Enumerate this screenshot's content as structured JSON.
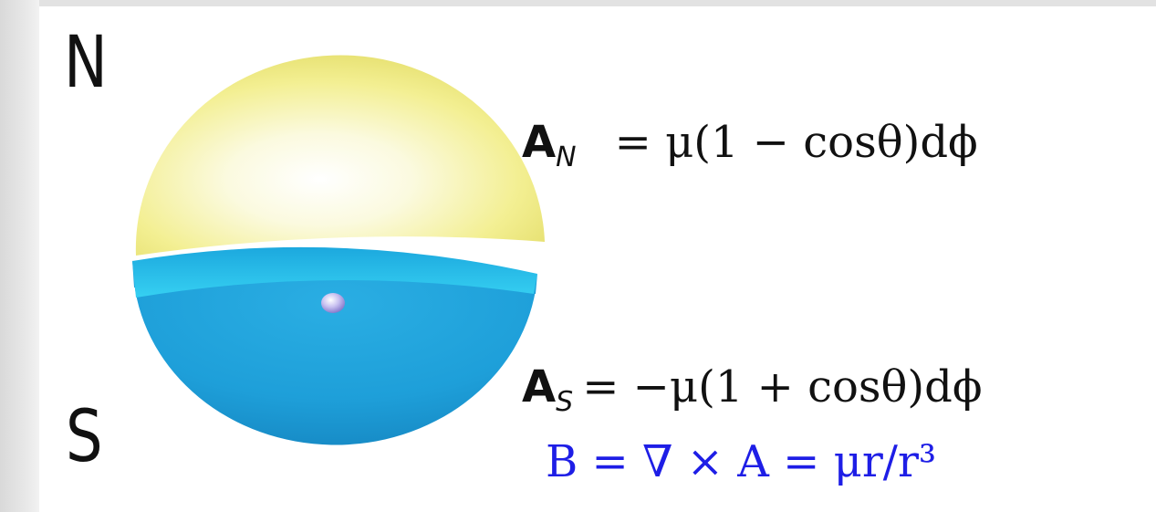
{
  "labels": {
    "north": "N",
    "south": "S"
  },
  "equations": {
    "north": {
      "lhs_symbol": "A",
      "lhs_subscript": "N",
      "rhs": "=   μ(1 − cosθ)dϕ"
    },
    "south": {
      "lhs_symbol": "A",
      "lhs_subscript": "S",
      "rhs": "= −μ(1 + cosθ)dϕ"
    },
    "field": {
      "text": "B = ∇ × A = μr/r³"
    }
  },
  "colors": {
    "north_hemisphere": "#f2ee80",
    "south_hemisphere": "#1e9fd9",
    "band": "#27c3ee",
    "monopole": "#9a8fd6",
    "field_equation": "#1e1ee6"
  }
}
